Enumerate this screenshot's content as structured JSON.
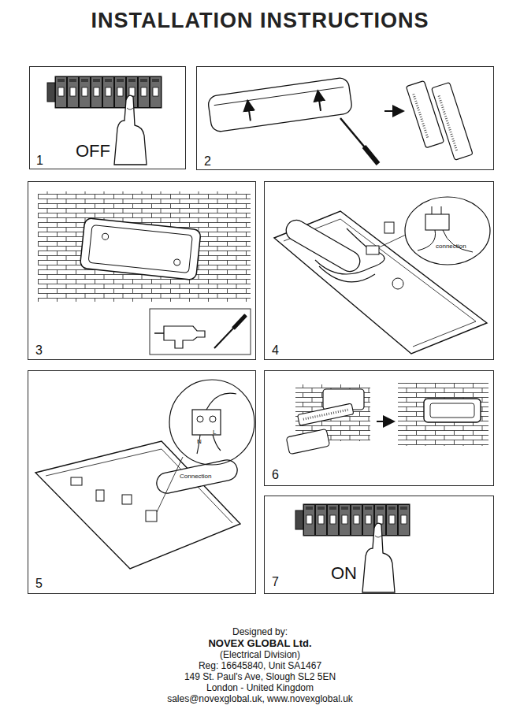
{
  "diagram": {
    "title": "INSTALLATION INSTRUCTIONS",
    "nodes": [
      {
        "text": [
          "1",
          "OFF"
        ]
      },
      {
        "text": [
          "2"
        ]
      },
      {
        "text": [
          "3"
        ]
      },
      {
        "text": [
          "4"
        ]
      },
      {
        "text": [
          "connection"
        ],
        "in": 3
      },
      {
        "text": [
          "5"
        ]
      },
      {
        "text": [
          "L",
          "N",
          "Connection"
        ],
        "in": 5
      },
      {
        "text": [
          "6"
        ]
      },
      {
        "text": [
          "7",
          "ON"
        ]
      }
    ],
    "labels": [
      "Designed by:",
      "NOVEX GLOBAL Ltd.",
      "(Electrical Division)",
      "Reg: 16645840, Unit SA1467",
      "149 St. Paul's Ave, Slough SL2 5EN",
      "London - United Kingdom",
      "sales@novexglobal.uk, www.novexglobal.uk"
    ]
  }
}
